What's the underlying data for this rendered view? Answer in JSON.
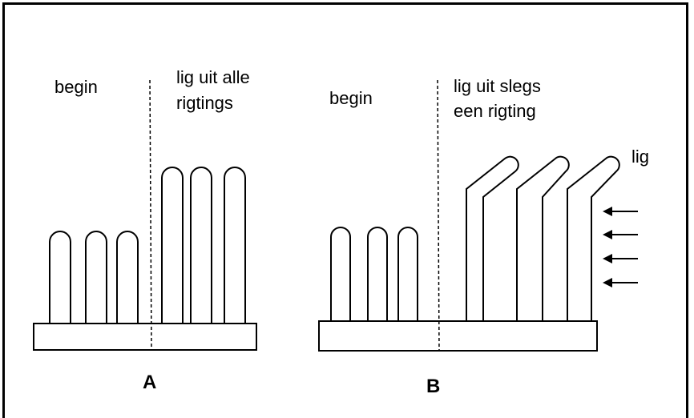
{
  "panel_a": {
    "letter": "A",
    "left_label": "begin",
    "right_label_line1": "lig uit alle",
    "right_label_line2": "rigtings"
  },
  "panel_b": {
    "letter": "B",
    "left_label": "begin",
    "right_label_line1": "lig uit slegs",
    "right_label_line2": "een rigting",
    "light_label": "lig"
  },
  "colors": {
    "stroke": "#000000",
    "background": "#ffffff"
  }
}
